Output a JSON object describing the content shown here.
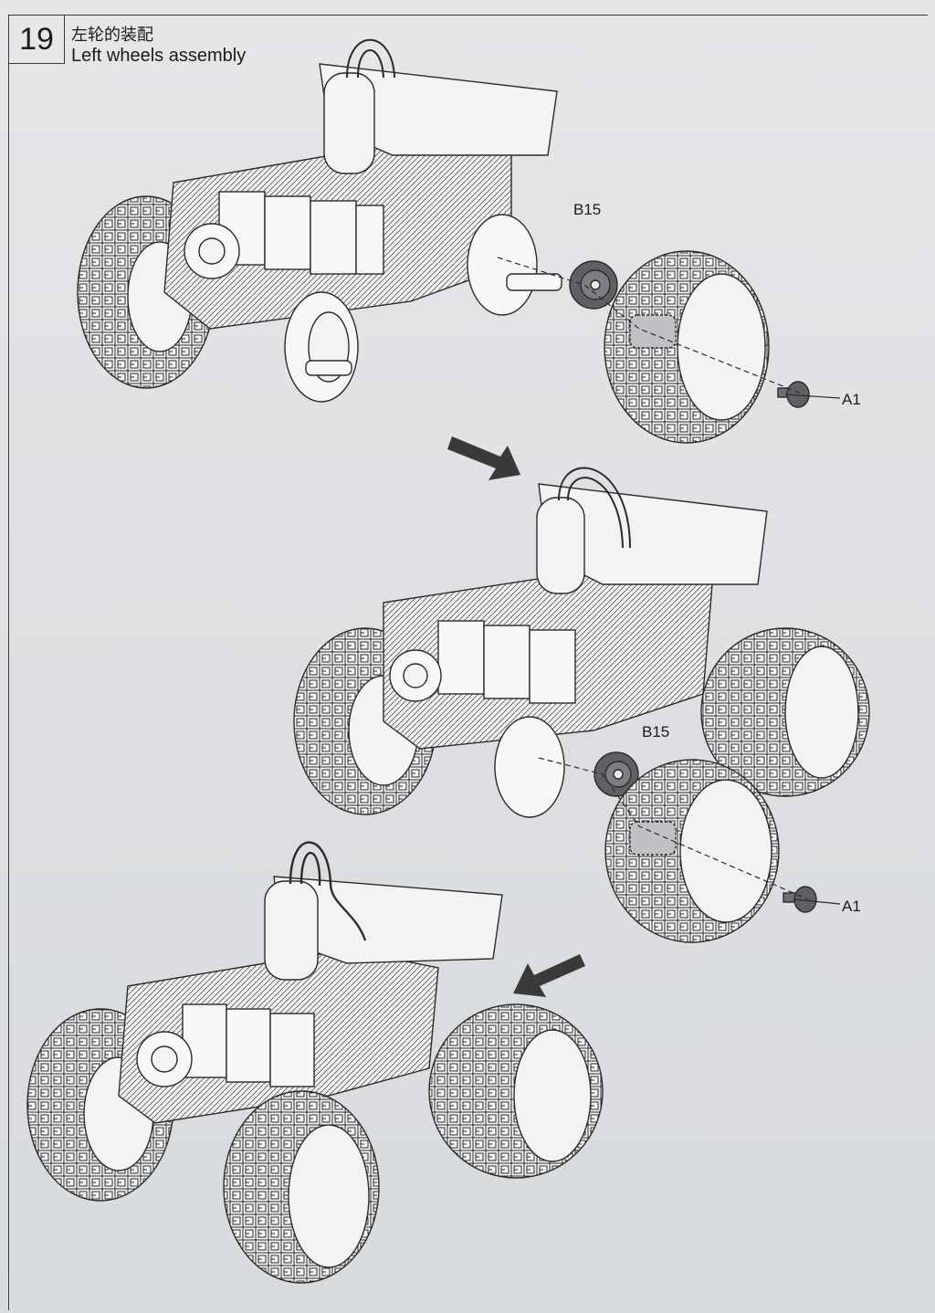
{
  "step": {
    "number": "19",
    "title_zh": "左轮的装配",
    "title_en": "Left wheels assembly"
  },
  "parts": {
    "gear": "B15",
    "screw": "A1"
  },
  "colors": {
    "line": "#2b2b2b",
    "paper": "#dfe1e3",
    "part_fill": "#6d6f72",
    "arrow": "#3a3a3a"
  },
  "icons": [
    "arrow-right-down-icon",
    "arrow-left-down-icon"
  ]
}
